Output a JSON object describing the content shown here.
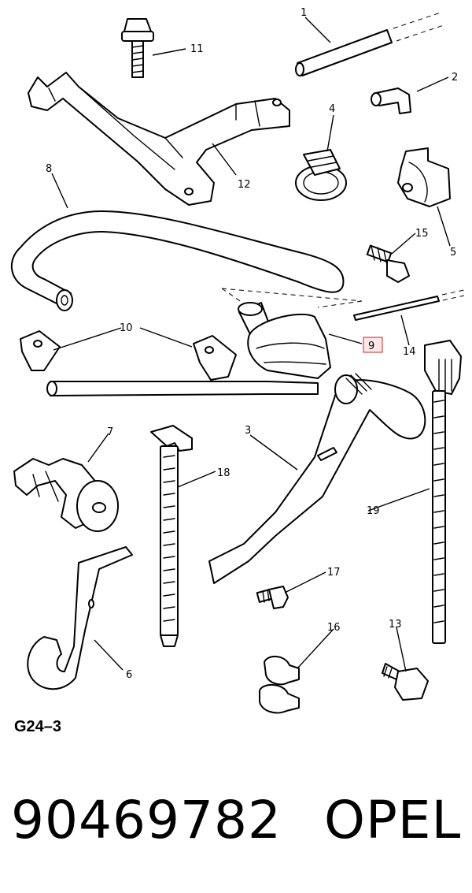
{
  "figure_code": "G24–3",
  "part_number": "90469782",
  "brand": "OPEL",
  "highlight_color": "#d22222",
  "callouts": [
    "1",
    "2",
    "3",
    "4",
    "5",
    "6",
    "7",
    "8",
    "9",
    "10",
    "11",
    "12",
    "13",
    "14",
    "15",
    "16",
    "17",
    "18",
    "19"
  ]
}
